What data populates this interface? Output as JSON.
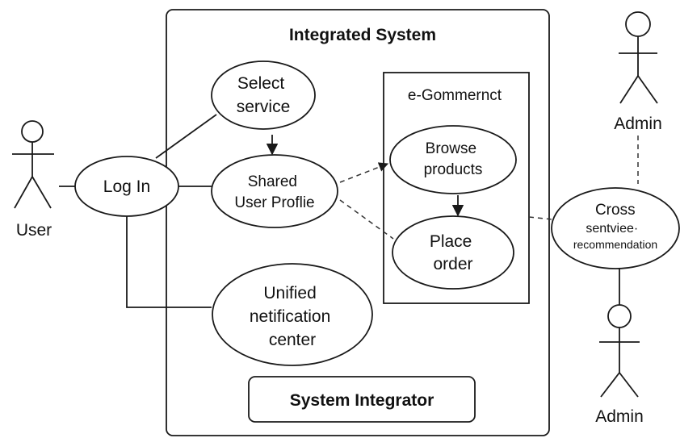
{
  "diagram": {
    "system_title": "Integrated System",
    "integrator_label": "System Integrator",
    "ecommerce_title": "e-Gommernct",
    "actors": {
      "user": "User",
      "admin_top": "Admin",
      "admin_bottom": "Admin"
    },
    "use_cases": {
      "select_service": [
        "Select",
        "service"
      ],
      "log_in": [
        "Log In"
      ],
      "shared_profile": [
        "Shared",
        "User Proflie"
      ],
      "browse_products": [
        "Browse",
        "products"
      ],
      "place_order": [
        "Place",
        "order"
      ],
      "notification_center": [
        "Unified",
        "netification",
        "center"
      ],
      "cross_recommendation": [
        "Cross",
        "sentviee·",
        "recommendation"
      ]
    }
  }
}
